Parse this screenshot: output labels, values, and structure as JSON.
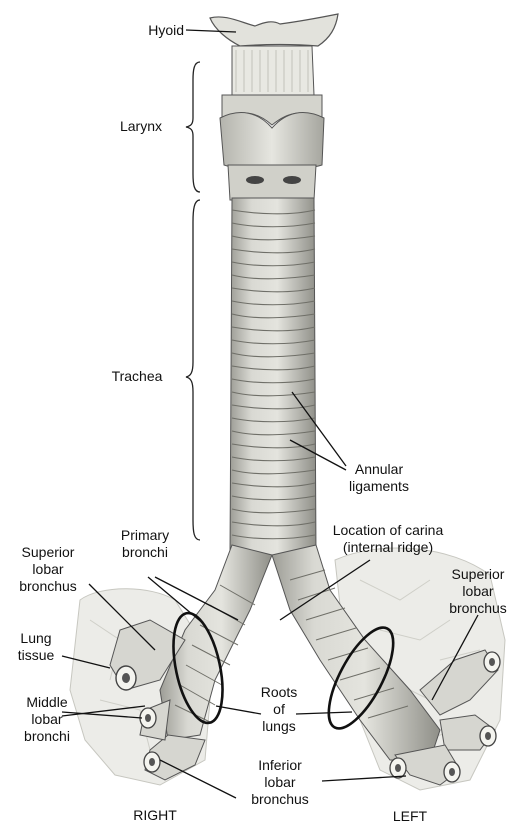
{
  "labels": {
    "hyoid": "Hyoid",
    "larynx": "Larynx",
    "trachea": "Trachea",
    "annular_ligaments": [
      "Annular",
      "ligaments"
    ],
    "carina": [
      "Location of carina",
      "(internal ridge)"
    ],
    "primary_bronchi": [
      "Primary",
      "bronchi"
    ],
    "superior_lobar_bronchus_right": [
      "Superior",
      "lobar",
      "bronchus"
    ],
    "superior_lobar_bronchus_left": [
      "Superior",
      "lobar",
      "bronchus"
    ],
    "lung_tissue": [
      "Lung",
      "tissue"
    ],
    "middle_lobar_bronchi": [
      "Middle",
      "lobar",
      "bronchi"
    ],
    "roots_of_lungs": [
      "Roots",
      "of",
      "lungs"
    ],
    "inferior_lobar_bronchus": [
      "Inferior",
      "lobar",
      "bronchus"
    ],
    "right": "RIGHT",
    "left": "LEFT"
  },
  "colors": {
    "structure_fill": "#dcdcd6",
    "structure_shade": "#a9a9a2",
    "lung_fill": "#ecece8",
    "line": "#222222"
  }
}
